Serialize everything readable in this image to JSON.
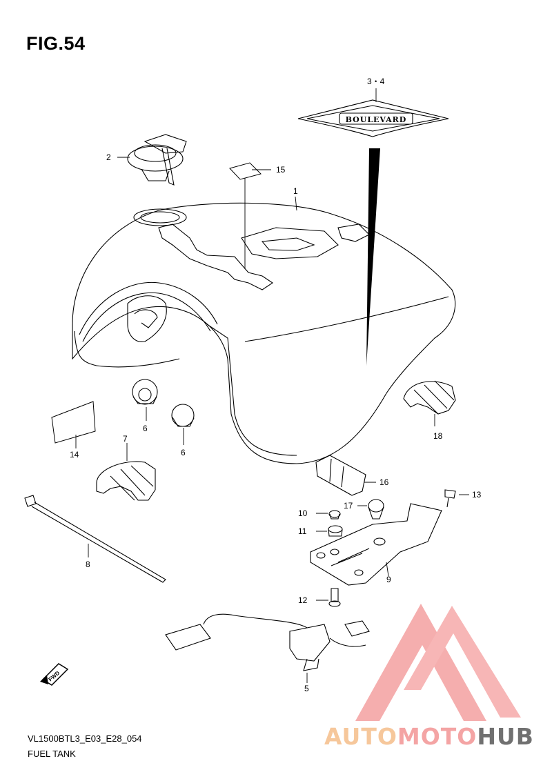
{
  "figure": {
    "title": "FIG.54"
  },
  "footer": {
    "model_code": "VL1500BTL3_E03_E28_054",
    "part_group": "FUEL TANK"
  },
  "badge_text": "BOULEVARD",
  "fwd_label": "FWD",
  "watermark": {
    "part1": "AUTO",
    "part2": "MOTO",
    "part3": "HUB"
  },
  "callouts": {
    "c1": "1",
    "c2": "2",
    "c34": "3・4",
    "c5": "5",
    "c6a": "6",
    "c6b": "6",
    "c7": "7",
    "c8": "8",
    "c9": "9",
    "c10": "10",
    "c11": "11",
    "c12": "12",
    "c13": "13",
    "c14": "14",
    "c15": "15",
    "c16": "16",
    "c17": "17",
    "c18": "18"
  }
}
